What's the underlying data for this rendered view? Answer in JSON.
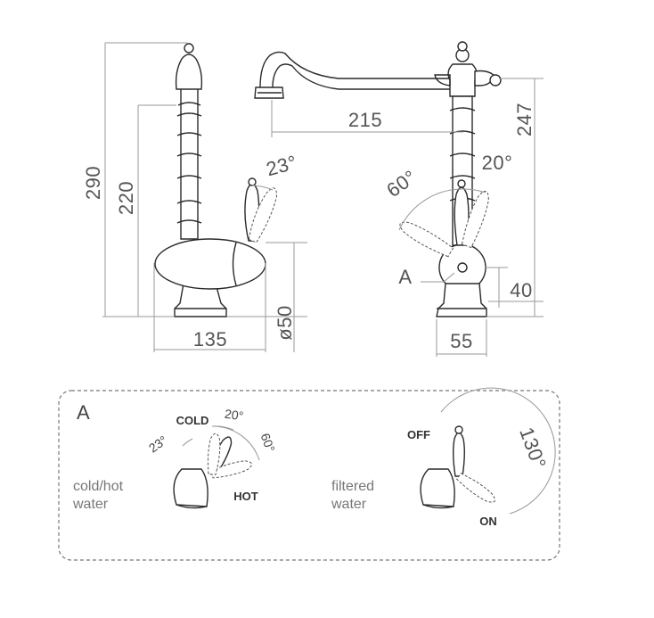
{
  "dimensions": {
    "total_height": "290",
    "body_height": "220",
    "spout_reach": "215",
    "spout_height": "247",
    "lever_tilt_side": "23°",
    "lever_tilt_left": "60°",
    "lever_tilt_right": "20°",
    "base_width": "135",
    "base_diameter": "ø50",
    "base_depth": "55",
    "lever_axis_height": "40",
    "detail_marker": "A"
  },
  "detail_a": {
    "title": "A",
    "cold_hot": {
      "caption_line1": "cold/hot",
      "caption_line2": "water",
      "cold_label": "COLD",
      "hot_label": "HOT",
      "angle_top": "20°",
      "angle_side": "23°",
      "angle_sweep": "60°"
    },
    "filtered": {
      "caption_line1": "filtered",
      "caption_line2": "water",
      "off_label": "OFF",
      "on_label": "ON",
      "angle_sweep": "130°"
    }
  }
}
